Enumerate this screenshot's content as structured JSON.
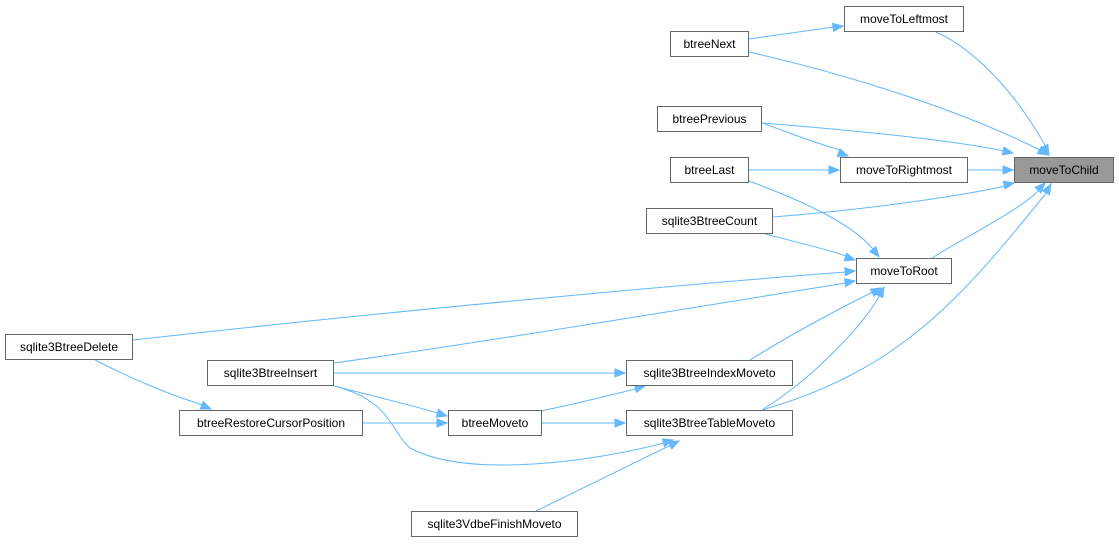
{
  "graph": {
    "target": "moveToChild",
    "nodes": {
      "moveToChild": "moveToChild",
      "moveToLeftmost": "moveToLeftmost",
      "btreeNext": "btreeNext",
      "btreePrevious": "btreePrevious",
      "btreeLast": "btreeLast",
      "moveToRightmost": "moveToRightmost",
      "sqlite3BtreeCount": "sqlite3BtreeCount",
      "moveToRoot": "moveToRoot",
      "sqlite3BtreeDelete": "sqlite3BtreeDelete",
      "sqlite3BtreeInsert": "sqlite3BtreeInsert",
      "sqlite3BtreeIndexMoveto": "sqlite3BtreeIndexMoveto",
      "btreeRestoreCursorPosition": "btreeRestoreCursorPosition",
      "btreeMoveto": "btreeMoveto",
      "sqlite3BtreeTableMoveto": "sqlite3BtreeTableMoveto",
      "sqlite3VdbeFinishMoveto": "sqlite3VdbeFinishMoveto"
    },
    "edges": [
      [
        "moveToLeftmost",
        "moveToChild"
      ],
      [
        "btreeNext",
        "moveToLeftmost"
      ],
      [
        "btreeNext",
        "moveToChild"
      ],
      [
        "btreePrevious",
        "moveToChild"
      ],
      [
        "btreePrevious",
        "moveToRightmost"
      ],
      [
        "btreeLast",
        "moveToRightmost"
      ],
      [
        "btreeLast",
        "moveToRoot"
      ],
      [
        "moveToRightmost",
        "moveToChild"
      ],
      [
        "sqlite3BtreeCount",
        "moveToChild"
      ],
      [
        "sqlite3BtreeCount",
        "moveToRoot"
      ],
      [
        "moveToRoot",
        "moveToChild"
      ],
      [
        "sqlite3BtreeDelete",
        "moveToRoot"
      ],
      [
        "sqlite3BtreeInsert",
        "moveToRoot"
      ],
      [
        "sqlite3BtreeInsert",
        "sqlite3BtreeIndexMoveto"
      ],
      [
        "sqlite3BtreeInsert",
        "btreeMoveto"
      ],
      [
        "sqlite3BtreeInsert",
        "sqlite3BtreeTableMoveto"
      ],
      [
        "sqlite3BtreeIndexMoveto",
        "moveToRoot"
      ],
      [
        "sqlite3BtreeTableMoveto",
        "moveToChild"
      ],
      [
        "sqlite3BtreeTableMoveto",
        "moveToRoot"
      ],
      [
        "sqlite3BtreeDelete",
        "btreeRestoreCursorPosition"
      ],
      [
        "btreeRestoreCursorPosition",
        "btreeMoveto"
      ],
      [
        "btreeMoveto",
        "sqlite3BtreeIndexMoveto"
      ],
      [
        "btreeMoveto",
        "sqlite3BtreeTableMoveto"
      ],
      [
        "sqlite3VdbeFinishMoveto",
        "sqlite3BtreeTableMoveto"
      ]
    ],
    "colors": {
      "edge": "#63b8ff",
      "node_border": "#666666",
      "target_fill": "#999999"
    }
  }
}
